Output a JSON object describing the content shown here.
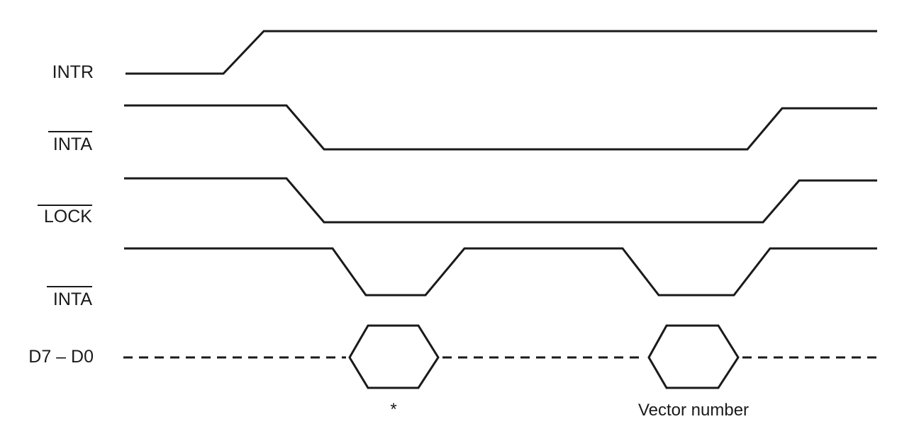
{
  "diagram": {
    "signals": [
      {
        "id": "intr",
        "label": "INTR",
        "active_low": false
      },
      {
        "id": "inta1",
        "label": "INTA",
        "active_low": true
      },
      {
        "id": "lock",
        "label": "LOCK",
        "active_low": true
      },
      {
        "id": "inta2",
        "label": "INTA",
        "active_low": true
      },
      {
        "id": "data",
        "label": "D7 – D0",
        "active_low": false
      }
    ],
    "annotations": {
      "first_bus_cycle": "*",
      "second_bus_cycle": "Vector number"
    },
    "colors": {
      "line": "#1a1a1a",
      "background": "#ffffff"
    }
  }
}
